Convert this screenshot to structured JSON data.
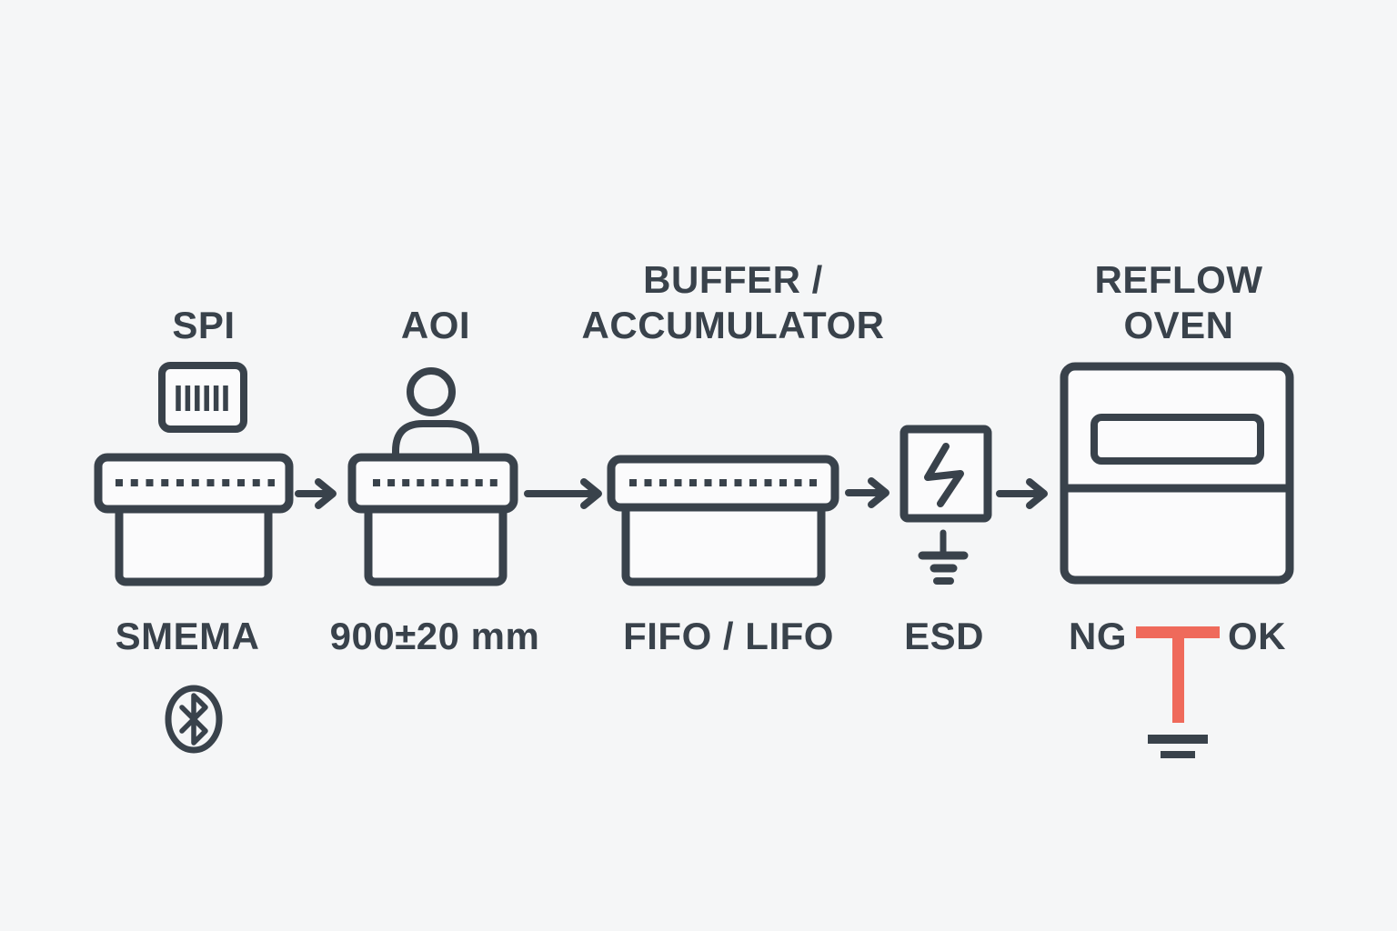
{
  "colors": {
    "ink": "#39424B",
    "accent": "#EF6A5B",
    "background": "#F5F6F7"
  },
  "stations": {
    "spi": {
      "title": "SPI",
      "caption": "SMEMA",
      "icons": [
        "barcode-icon",
        "bluetooth-icon",
        "conveyor-machine-icon"
      ]
    },
    "aoi": {
      "title": "AOI",
      "caption": "900±20 mm",
      "icons": [
        "operator-icon",
        "conveyor-machine-icon"
      ]
    },
    "buffer": {
      "title_line1": "BUFFER /",
      "title_line2": "ACCUMULATOR",
      "caption": "FIFO / LIFO",
      "icons": [
        "conveyor-machine-icon"
      ]
    },
    "esd": {
      "caption": "ESD",
      "icons": [
        "lightning-icon",
        "ground-icon"
      ]
    },
    "reflow": {
      "title_line1": "REFLOW",
      "title_line2": "OVEN",
      "label_ng": "NG",
      "label_ok": "OK",
      "icons": [
        "oven-icon",
        "diverter-icon",
        "ground-icon"
      ]
    }
  }
}
